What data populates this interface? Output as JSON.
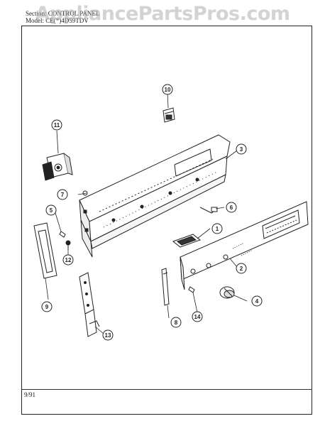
{
  "watermark": "AppliancePartsPros.com",
  "header": {
    "title": "Section: CONTROL PANEL",
    "model": "Model: CE(*)4D59TDV"
  },
  "footer": {
    "date": "9/91"
  },
  "callouts": [
    "1",
    "2",
    "3",
    "4",
    "5",
    "6",
    "7",
    "8",
    "9",
    "10",
    "11",
    "12",
    "13",
    "14"
  ]
}
